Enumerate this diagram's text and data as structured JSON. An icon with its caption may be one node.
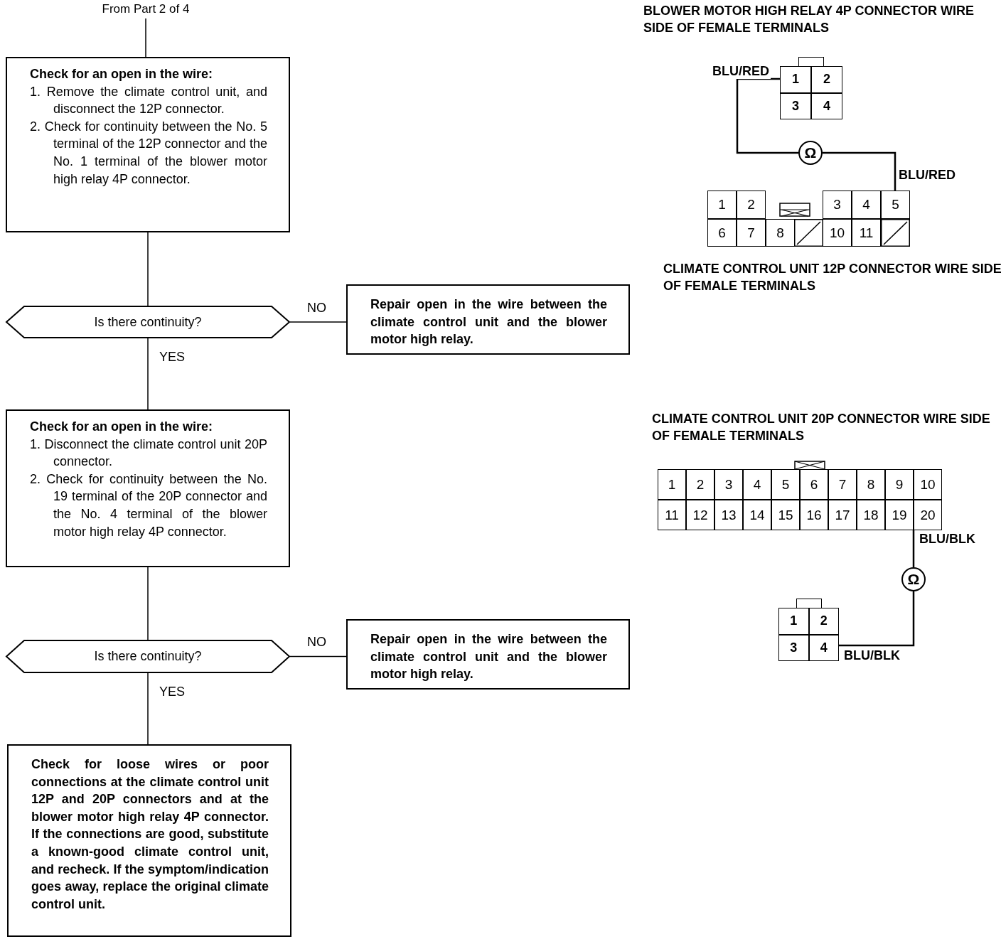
{
  "diagram": {
    "nodes": [
      {
        "text": [
          "From Part 2 of 4"
        ]
      },
      {
        "text": [
          "Check for an open in the wire:",
          "1. Remove the climate control unit, and disconnect the 12P connector.",
          "2. Check for continuity between the No. 5 terminal of the 12P connector and the No. 1 terminal of the blower motor high relay 4P connector."
        ]
      },
      {
        "text": [
          "Is there continuity?"
        ]
      },
      {
        "text": [
          "Repair open in the wire between the climate control unit and the blower motor high relay."
        ]
      },
      {
        "text": [
          "Check for an open in the wire:",
          "1. Disconnect the climate control unit 20P connector.",
          "2. Check for continuity between the No. 19 terminal of the 20P connector and the No. 4 terminal of the blower motor high relay 4P connector."
        ]
      },
      {
        "text": [
          "Is there continuity?"
        ]
      },
      {
        "text": [
          "Repair open in the wire between the climate control unit and the blower motor high relay."
        ]
      },
      {
        "text": [
          "Check for loose wires or poor connections at the climate control unit 12P and 20P connectors and at the blower motor high relay 4P connector. If the connections are good, substitute a known-good climate control unit, and recheck. If the symptom/indication goes away, replace the original climate control unit."
        ]
      },
      {
        "text": [
          "1",
          "2",
          "3",
          "4"
        ],
        "beside": [
          "BLOWER MOTOR HIGH RELAY 4P CONNECTOR WIRE SIDE OF FEMALE TERMINALS"
        ]
      },
      {
        "text": [
          "Ω"
        ]
      },
      {
        "text": [
          "1",
          "2",
          "3",
          "4",
          "5",
          "6",
          "7",
          "8",
          "10",
          "11"
        ],
        "beside": [
          "CLIMATE CONTROL UNIT 12P CONNECTOR WIRE SIDE OF FEMALE TERMINALS"
        ]
      },
      {
        "text": [
          "1",
          "2",
          "3",
          "4",
          "5",
          "6",
          "7",
          "8",
          "9",
          "10",
          "11",
          "12",
          "13",
          "14",
          "15",
          "16",
          "17",
          "18",
          "19",
          "20"
        ],
        "beside": [
          "CLIMATE CONTROL UNIT 20P CONNECTOR WIRE SIDE OF FEMALE TERMINALS"
        ]
      },
      {
        "text": [
          "Ω"
        ]
      },
      {
        "text": [
          "1",
          "2",
          "3",
          "4"
        ]
      }
    ],
    "edges": [
      {
        "from": 0,
        "to": 1,
        "arrow": "none"
      },
      {
        "from": 1,
        "to": 2,
        "arrow": "none"
      },
      {
        "from": 2,
        "to": 3,
        "arrow": "none",
        "label": "NO"
      },
      {
        "from": 2,
        "to": 4,
        "arrow": "none",
        "label": "YES"
      },
      {
        "from": 4,
        "to": 5,
        "arrow": "none"
      },
      {
        "from": 5,
        "to": 6,
        "arrow": "none",
        "label": "NO"
      },
      {
        "from": 5,
        "to": 7,
        "arrow": "none",
        "label": "YES"
      },
      {
        "from": 8,
        "to": 9,
        "arrow": "none",
        "label": "BLU/RED"
      },
      {
        "from": 9,
        "to": 10,
        "arrow": "none",
        "label": "BLU/RED"
      },
      {
        "from": 11,
        "to": 12,
        "arrow": "none",
        "label": "BLU/BLK"
      },
      {
        "from": 12,
        "to": 13,
        "arrow": "none",
        "label": "BLU/BLK"
      }
    ]
  }
}
